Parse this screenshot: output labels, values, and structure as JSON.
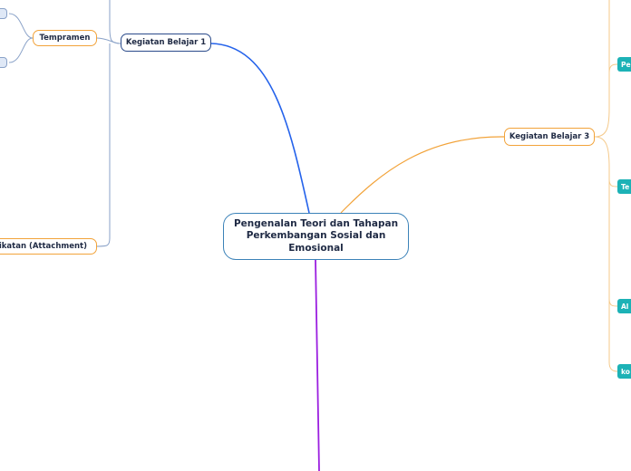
{
  "central": {
    "label": "Pengenalan Teori dan Tahapan Perkembangan Sosial dan Emosional"
  },
  "kb1": {
    "label": "Kegiatan Belajar 1",
    "children": [
      {
        "label": "Tempramen"
      },
      {
        "label": "Keterikatan (Attachment)"
      }
    ]
  },
  "kb3": {
    "label": "Kegiatan Belajar 3",
    "children": [
      {
        "label": "Pe"
      },
      {
        "label": "Te"
      },
      {
        "label": "Al"
      },
      {
        "label": "ko"
      }
    ]
  },
  "colors": {
    "central_border": "#3b82b8",
    "branch_blue": "#2563eb",
    "branch_orange": "#f2a33a",
    "branch_purple": "#9b1fe0",
    "teal_node": "#1cb2b6"
  }
}
